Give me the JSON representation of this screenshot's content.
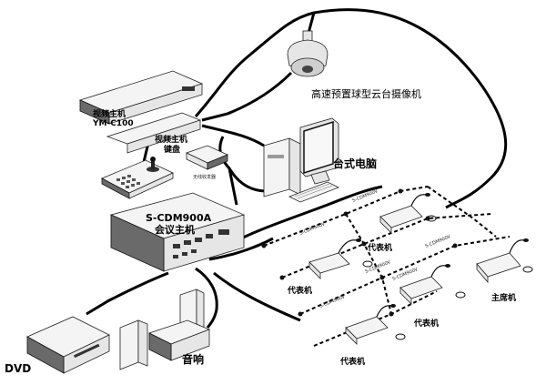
{
  "labels": {
    "camera": "高速预置球型云台摄像机",
    "video_host_line1": "视频主机",
    "video_host_line2": "YM-C100",
    "keyboard_line1": "视频主机",
    "keyboard_line2": "键盘",
    "wireless": "无线收发器",
    "pc": "台式电脑",
    "conf_host_line1": "S-CDM900A",
    "conf_host_line2": "会议主机",
    "delegate": "代表机",
    "chairman": "主席机",
    "speaker": "音响",
    "dvd": "DVD",
    "cable_tag": "S-CDM900V"
  }
}
